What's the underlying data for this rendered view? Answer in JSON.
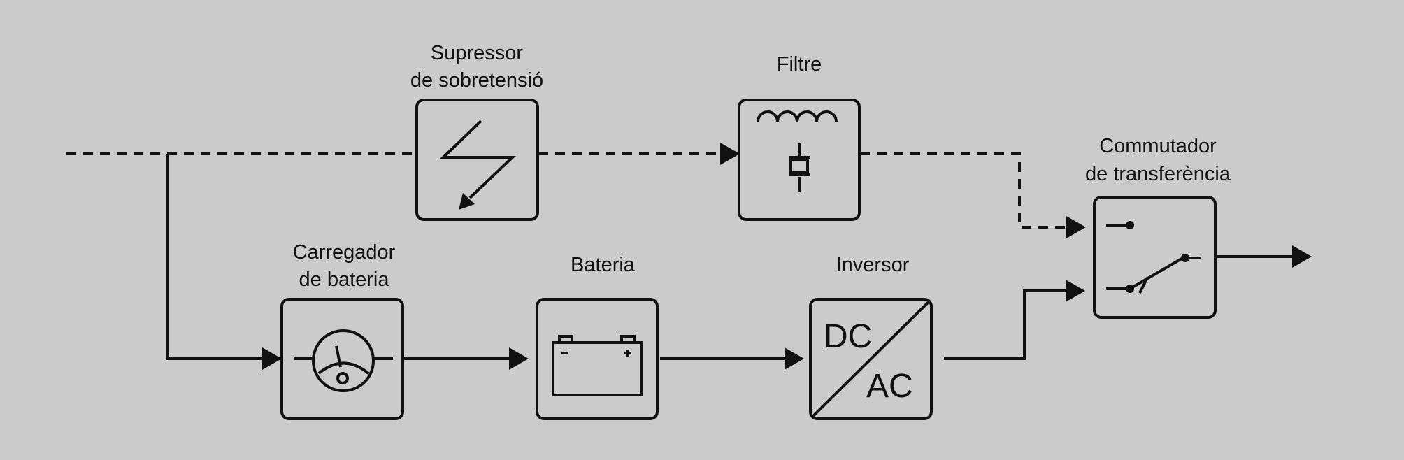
{
  "blocks": {
    "surge": {
      "label_line1": "Supressor",
      "label_line2": "de sobretensió"
    },
    "filter": {
      "label": "Filtre"
    },
    "charger": {
      "label_line1": "Carregador",
      "label_line2": "de bateria"
    },
    "battery": {
      "label": "Bateria"
    },
    "inverter": {
      "label": "Inversor",
      "dc_text": "DC",
      "ac_text": "AC"
    },
    "transfer_switch": {
      "label_line1": "Commutador",
      "label_line2": "de transferència"
    }
  },
  "colors": {
    "background": "#cbcbcb",
    "stroke": "#111111"
  }
}
